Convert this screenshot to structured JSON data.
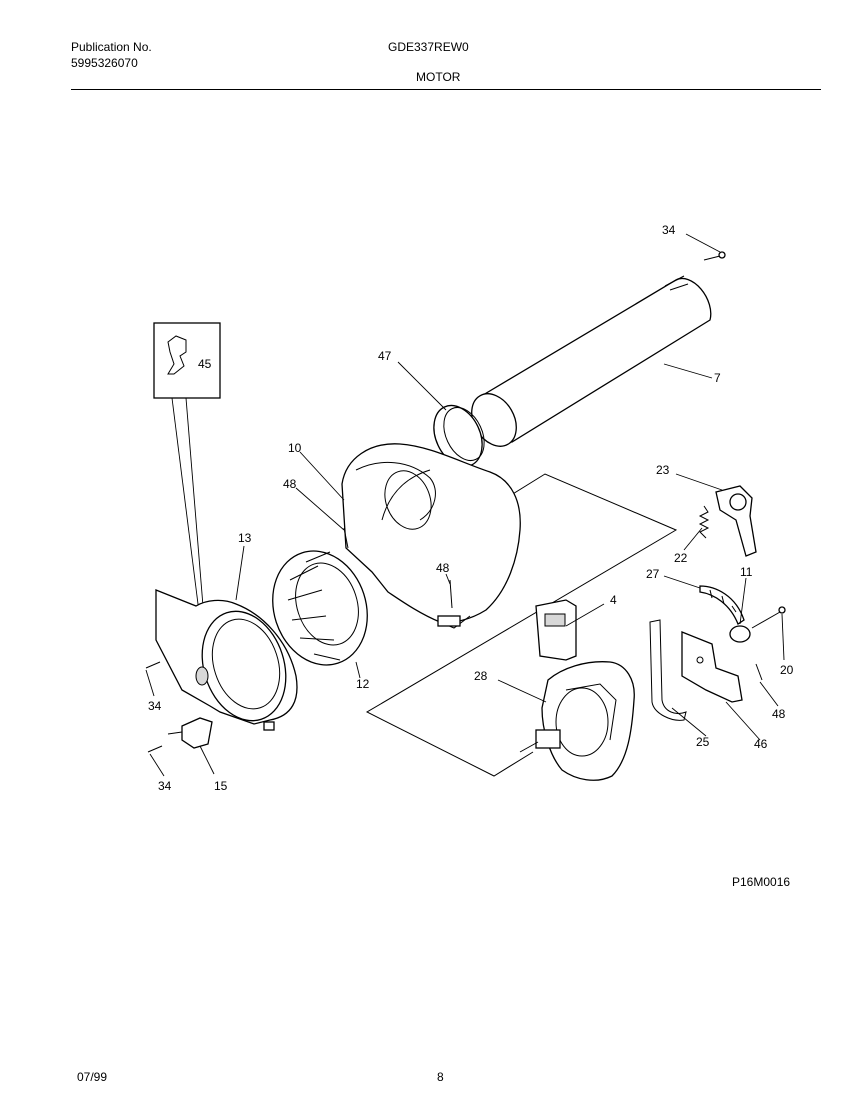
{
  "header": {
    "publication_label": "Publication No.",
    "publication_number": "5995326070",
    "model": "GDE337REW0",
    "section": "MOTOR"
  },
  "diagram": {
    "figure_code": "P16M0016",
    "callouts": [
      {
        "id": "c34a",
        "text": "34"
      },
      {
        "id": "c7",
        "text": "7"
      },
      {
        "id": "c47",
        "text": "47"
      },
      {
        "id": "c45",
        "text": "45"
      },
      {
        "id": "c10",
        "text": "10"
      },
      {
        "id": "c48a",
        "text": "48"
      },
      {
        "id": "c23",
        "text": "23"
      },
      {
        "id": "c13",
        "text": "13"
      },
      {
        "id": "c22",
        "text": "22"
      },
      {
        "id": "c27",
        "text": "27"
      },
      {
        "id": "c11",
        "text": "11"
      },
      {
        "id": "c48b",
        "text": "48"
      },
      {
        "id": "c4",
        "text": "4"
      },
      {
        "id": "c20",
        "text": "20"
      },
      {
        "id": "c12",
        "text": "12"
      },
      {
        "id": "c28",
        "text": "28"
      },
      {
        "id": "c34b",
        "text": "34"
      },
      {
        "id": "c48c",
        "text": "48"
      },
      {
        "id": "c25",
        "text": "25"
      },
      {
        "id": "c46",
        "text": "46"
      },
      {
        "id": "c34c",
        "text": "34"
      },
      {
        "id": "c15",
        "text": "15"
      }
    ]
  },
  "footer": {
    "date": "07/99",
    "page": "8"
  }
}
